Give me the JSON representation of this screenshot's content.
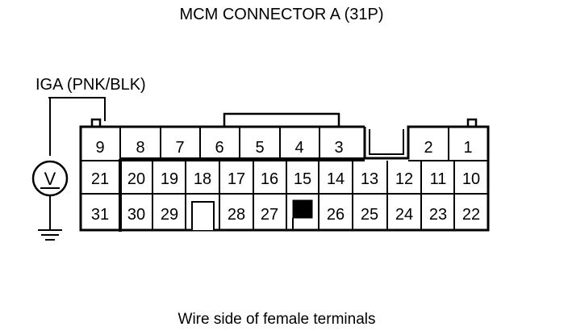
{
  "title": "MCM CONNECTOR A (31P)",
  "probe_label": "IGA (PNK/BLK)",
  "meter_symbol": "V",
  "caption": "Wire side of female terminals",
  "connector": {
    "row1": [
      {
        "id": "pin-9",
        "label": "9"
      },
      {
        "id": "pin-8",
        "label": "8"
      },
      {
        "id": "pin-7",
        "label": "7"
      },
      {
        "id": "pin-6",
        "label": "6"
      },
      {
        "id": "pin-5",
        "label": "5"
      },
      {
        "id": "pin-4",
        "label": "4"
      },
      {
        "id": "pin-3",
        "label": "3"
      },
      {
        "id": "pin-2",
        "label": "2"
      },
      {
        "id": "pin-1",
        "label": "1"
      }
    ],
    "row2": [
      {
        "id": "pin-21",
        "label": "21"
      },
      {
        "id": "pin-20",
        "label": "20"
      },
      {
        "id": "pin-19",
        "label": "19"
      },
      {
        "id": "pin-18",
        "label": "18"
      },
      {
        "id": "pin-17",
        "label": "17"
      },
      {
        "id": "pin-16",
        "label": "16"
      },
      {
        "id": "pin-15",
        "label": "15"
      },
      {
        "id": "pin-14",
        "label": "14"
      },
      {
        "id": "pin-13",
        "label": "13"
      },
      {
        "id": "pin-12",
        "label": "12"
      },
      {
        "id": "pin-11",
        "label": "11"
      },
      {
        "id": "pin-10",
        "label": "10"
      }
    ],
    "row3": [
      {
        "id": "pin-31",
        "label": "31"
      },
      {
        "id": "pin-30",
        "label": "30"
      },
      {
        "id": "pin-29",
        "label": "29"
      },
      {
        "id": "pin-28",
        "label": "28"
      },
      {
        "id": "pin-27",
        "label": "27"
      },
      {
        "id": "pin-26",
        "label": "26"
      },
      {
        "id": "pin-25",
        "label": "25"
      },
      {
        "id": "pin-24",
        "label": "24"
      },
      {
        "id": "pin-23",
        "label": "23"
      },
      {
        "id": "pin-22",
        "label": "22"
      }
    ]
  }
}
